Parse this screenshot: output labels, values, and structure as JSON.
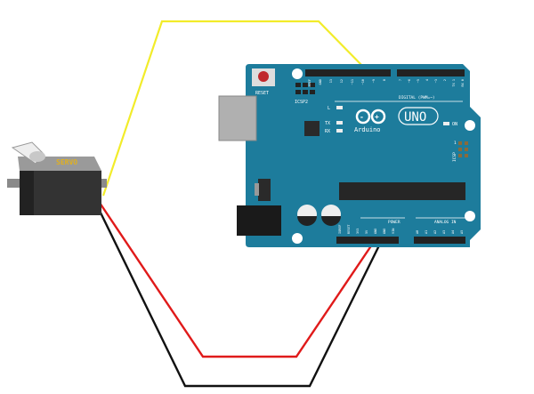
{
  "servo": {
    "label": "SERVO"
  },
  "board": {
    "reset_label": "RESET",
    "icsp2_label": "ICSP2",
    "icsp_label": "ICSP",
    "icsp_pin1": "1",
    "led_l": "L",
    "led_tx": "TX",
    "led_rx": "RX",
    "led_on": "ON",
    "brand": "Arduino",
    "model": "UNO",
    "digital_label": "DIGITAL (PWM=~)",
    "power_label": "POWER",
    "analog_label": "ANALOG IN",
    "digital_pins": [
      "AREF",
      "GND",
      "13",
      "12",
      "~11",
      "~10",
      "~9",
      "8",
      "7",
      "~6",
      "~5",
      "4",
      "~3",
      "2",
      "TX 1",
      "RX 0"
    ],
    "power_pins": [
      "IOREF",
      "RESET",
      "3V3",
      "5V",
      "GND",
      "GND",
      "VIN"
    ],
    "analog_pins": [
      "A0",
      "A1",
      "A2",
      "A3",
      "A4",
      "A5"
    ]
  },
  "colors": {
    "board": "#1d7c9c",
    "signal_wire": "#f2ec2a",
    "power_wire": "#e01a1a",
    "ground_wire": "#111111",
    "servo_body": "#2f2f2f",
    "servo_label": "#e0b020"
  }
}
